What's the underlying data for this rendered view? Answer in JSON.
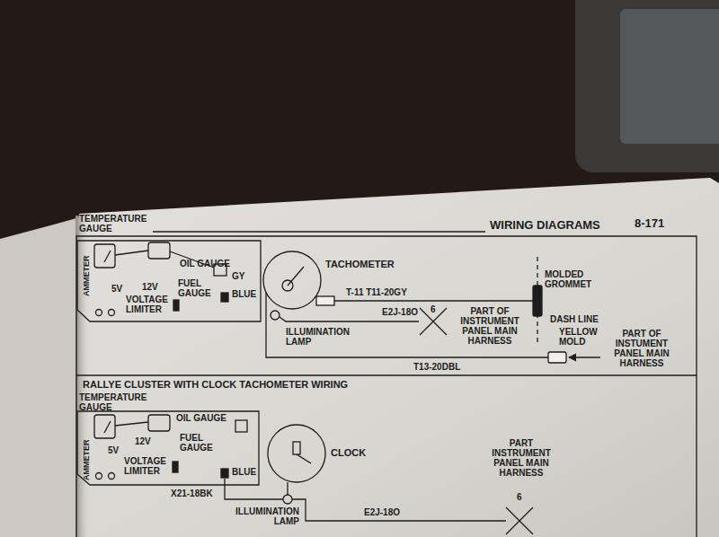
{
  "diagram": {
    "labels": [
      "WIRING DIAGRAMS",
      "8-171",
      "TEMPERATURE GAUGE",
      "OIL GAUGE",
      "GY",
      "5V",
      "12V",
      "FUEL GAUGE",
      "VOLTAGE LIMITER",
      "AMMETER",
      "BLUE",
      "TACHOMETER",
      "T-11 T11-20GY",
      "ILLUMINATION LAMP",
      "E2J-18O",
      "6",
      "PART OF INSTRUMENT PANEL MAIN HARNESS",
      "MOLDED GROMMET",
      "DASH LINE",
      "YELLOW MOLD",
      "PART OF INSTUMENT PANEL MAIN HARNESS",
      "T13-20DBL",
      "RALLYE CLUSTER WITH CLOCK TACHOMETER WIRING",
      "TEMPERATURE GAUGE",
      "OIL GAUGE",
      "5V",
      "12V",
      "FUEL GAUGE",
      "VOLTAGE LIMITER",
      "AMMETER",
      "BLUE",
      "X21-18BK",
      "CLOCK",
      "ILLUMINATION LAMP",
      "E2J-18O",
      "PART INSTRUMENT PANEL MAIN HARNESS",
      "6"
    ]
  }
}
